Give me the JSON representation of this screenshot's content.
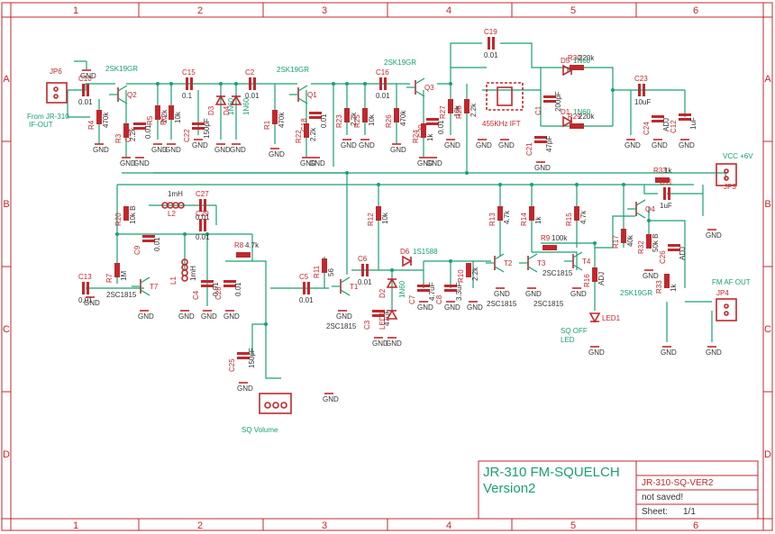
{
  "frame": {
    "columns": [
      "1",
      "2",
      "3",
      "4",
      "5",
      "6"
    ],
    "rows": [
      "A",
      "B",
      "C",
      "D"
    ]
  },
  "title_block": {
    "title": "JR-310 FM-SQUELCH",
    "version": "Version2",
    "drawing_id": "JR-310-SQ-VER2",
    "status": "not saved!",
    "sheet_label": "Sheet:",
    "sheet_value": "1/1"
  },
  "labels": {
    "from_if_out": "From JR-310\nIF-OUT",
    "vcc": "VCC +6V",
    "fm_af_out": "FM AF OUT",
    "sq_volume": "SQ Volume",
    "sq_off_led": "SQ OFF\nLED",
    "if_455": "455KHz IFT"
  },
  "components": {
    "connectors": [
      {
        "ref": "JP6",
        "value": ""
      },
      {
        "ref": "JP3",
        "value": ""
      },
      {
        "ref": "JP4",
        "value": ""
      },
      {
        "ref": "JP5",
        "value": ""
      }
    ],
    "transistors": [
      {
        "ref": "Q2",
        "value": "2SK19GR"
      },
      {
        "ref": "Q1",
        "value": "2SK19GR"
      },
      {
        "ref": "Q3",
        "value": "2SK19GR"
      },
      {
        "ref": "Q4",
        "value": "2SK19GR"
      },
      {
        "ref": "T1",
        "value": "2SC1815"
      },
      {
        "ref": "T2",
        "value": "2SC1815"
      },
      {
        "ref": "T3",
        "value": "2SC1815"
      },
      {
        "ref": "T4",
        "value": "2SC1815"
      },
      {
        "ref": "T7",
        "value": "2SC1815"
      }
    ],
    "capacitors": [
      {
        "ref": "C10",
        "value": "0.01"
      },
      {
        "ref": "C15",
        "value": "0.1"
      },
      {
        "ref": "C2",
        "value": "0.01"
      },
      {
        "ref": "C16",
        "value": "0.01"
      },
      {
        "ref": "C19",
        "value": "0.01"
      },
      {
        "ref": "C23",
        "value": "10uF"
      },
      {
        "ref": "C14",
        "value": "0.01"
      },
      {
        "ref": "C22",
        "value": "150pF"
      },
      {
        "ref": "C18",
        "value": "0.01"
      },
      {
        "ref": "C20",
        "value": "0.01"
      },
      {
        "ref": "C21",
        "value": "47pF"
      },
      {
        "ref": "C24",
        "value": "ADJ"
      },
      {
        "ref": "C12",
        "value": "1uF"
      },
      {
        "ref": "C11",
        "value": "1uF"
      },
      {
        "ref": "C13",
        "value": "0.01"
      },
      {
        "ref": "C9",
        "value": "0.01"
      },
      {
        "ref": "C27",
        "value": "0.01"
      },
      {
        "ref": "C29",
        "value": "0.01"
      },
      {
        "ref": "C4",
        "value": "0.01"
      },
      {
        "ref": "C28",
        "value": "0.01"
      },
      {
        "ref": "C25",
        "value": "150pF"
      },
      {
        "ref": "C5",
        "value": "0.01"
      },
      {
        "ref": "C6",
        "value": "0.01"
      },
      {
        "ref": "C3",
        "value": "47uF"
      },
      {
        "ref": "C7",
        "value": "4.7uF"
      },
      {
        "ref": "C8",
        "value": "3.3uF"
      },
      {
        "ref": "C26",
        "value": "ADJ"
      },
      {
        "ref": "C1",
        "value": "200pF"
      }
    ],
    "resistors": [
      {
        "ref": "R4",
        "value": "470k"
      },
      {
        "ref": "R3",
        "value": "2.2k"
      },
      {
        "ref": "R5",
        "value": "2.2k"
      },
      {
        "ref": "R6",
        "value": "10k"
      },
      {
        "ref": "R1",
        "value": "470k"
      },
      {
        "ref": "R22",
        "value": "2.2k"
      },
      {
        "ref": "R23",
        "value": "2.2k"
      },
      {
        "ref": "R25",
        "value": "10k"
      },
      {
        "ref": "R26",
        "value": "470k"
      },
      {
        "ref": "R24",
        "value": "1k"
      },
      {
        "ref": "R27",
        "value": "10k"
      },
      {
        "ref": "R28",
        "value": "2.2k"
      },
      {
        "ref": "R30",
        "value": "220k"
      },
      {
        "ref": "R29",
        "value": "220k"
      },
      {
        "ref": "R21",
        "value": "ADJ"
      },
      {
        "ref": "R19",
        "value": "4.7k"
      },
      {
        "ref": "R18",
        "value": "100k"
      },
      {
        "ref": "R20",
        "value": "10k B"
      },
      {
        "ref": "R7",
        "value": "1M"
      },
      {
        "ref": "R8",
        "value": "4.7k"
      },
      {
        "ref": "R11",
        "value": "56"
      },
      {
        "ref": "R12",
        "value": "10k"
      },
      {
        "ref": "R9",
        "value": "100k"
      },
      {
        "ref": "R10",
        "value": "2.2k"
      },
      {
        "ref": "R13",
        "value": "4.7k"
      },
      {
        "ref": "R14",
        "value": "1k"
      },
      {
        "ref": "R15",
        "value": "4.7k"
      },
      {
        "ref": "R16",
        "value": "ADJ"
      },
      {
        "ref": "R17",
        "value": "40k"
      },
      {
        "ref": "R32",
        "value": "50k B"
      },
      {
        "ref": "R33",
        "value": "1k"
      }
    ],
    "diodes": [
      {
        "ref": "D3",
        "value": "1N60"
      },
      {
        "ref": "D4",
        "value": "1N60"
      },
      {
        "ref": "D5",
        "value": "1N60"
      },
      {
        "ref": "D1",
        "value": "1N60"
      },
      {
        "ref": "D2",
        "value": "1N60"
      },
      {
        "ref": "D6",
        "value": "1S1588"
      },
      {
        "ref": "LED1",
        "value": ""
      }
    ],
    "inductors": [
      {
        "ref": "L2",
        "value": "1mH"
      },
      {
        "ref": "L1",
        "value": "1mH"
      }
    ]
  }
}
